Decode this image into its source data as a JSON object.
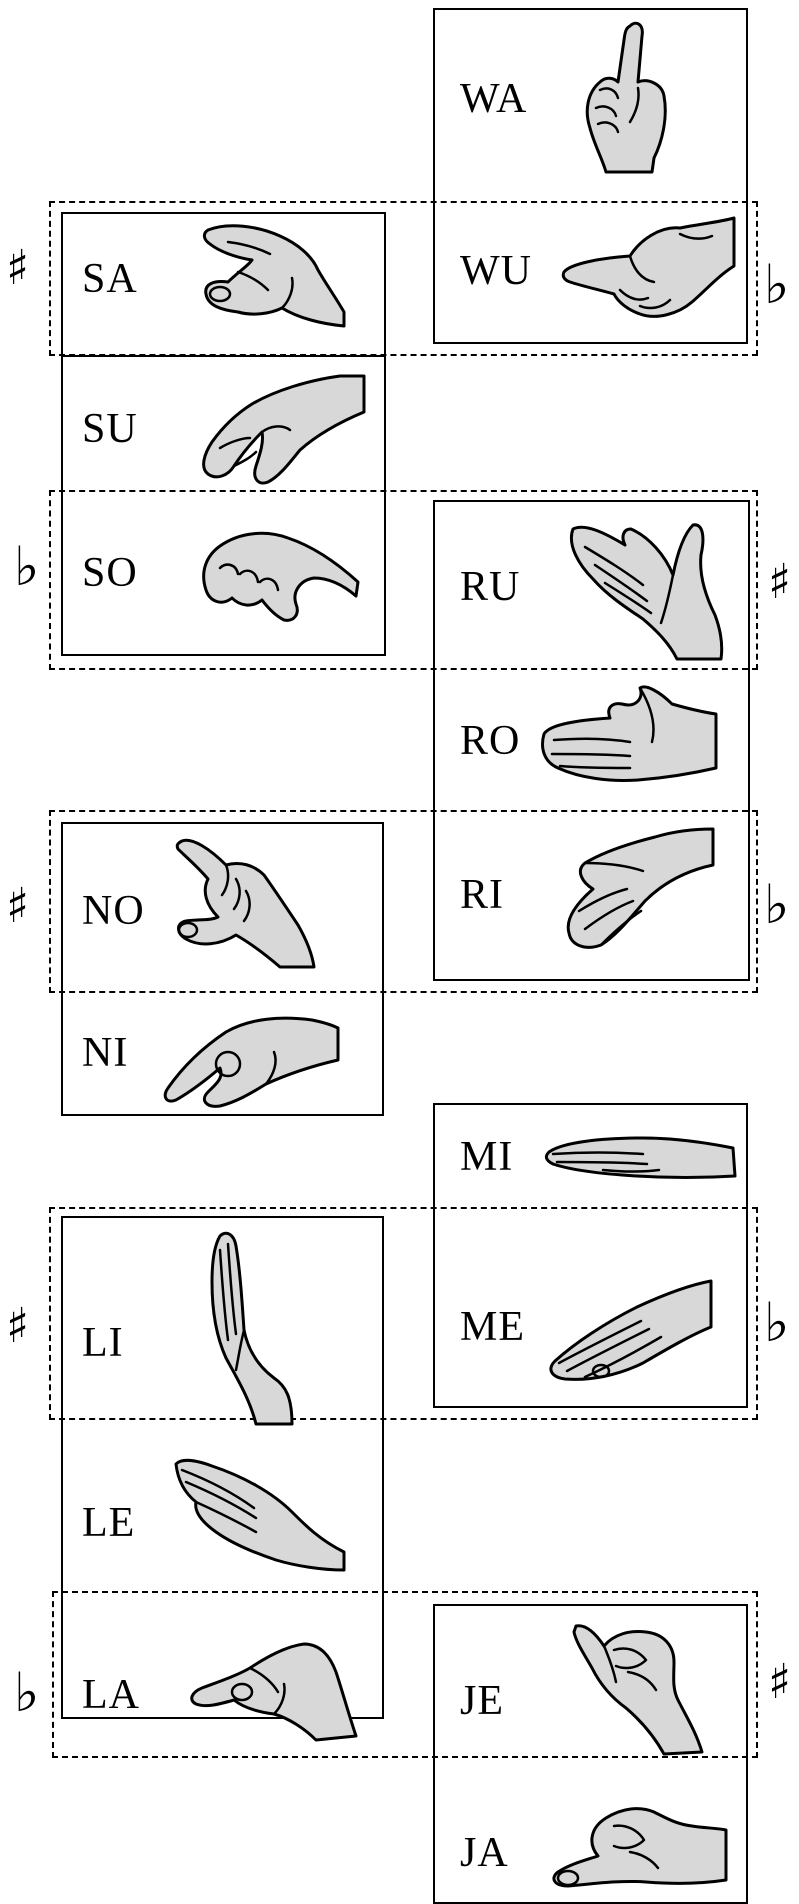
{
  "signs": {
    "wa": "WA",
    "wu": "WU",
    "sa": "SA",
    "su": "SU",
    "so": "SO",
    "ru": "RU",
    "ro": "RO",
    "ri": "RI",
    "no": "NO",
    "ni": "NI",
    "mi": "MI",
    "me": "ME",
    "li": "LI",
    "le": "LE",
    "la": "LA",
    "je": "JE",
    "ja": "JA"
  },
  "accidentals": {
    "sharp": "♯",
    "flat": "♭"
  },
  "icons": {
    "hand": "hand-sign-icon"
  }
}
